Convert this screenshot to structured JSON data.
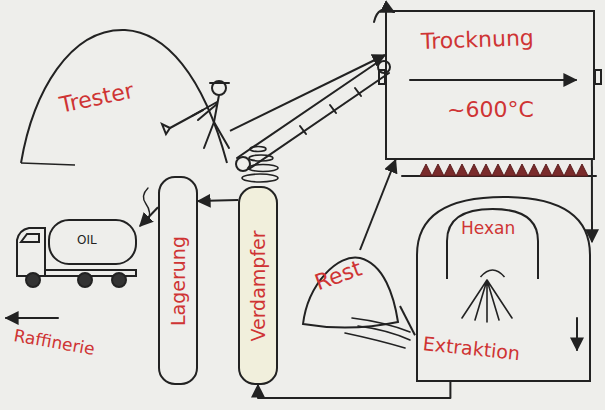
{
  "diagram": {
    "nodes": [
      {
        "text": [
          "Trester"
        ]
      },
      {
        "text": [
          "Trocknung",
          "~600°C"
        ]
      },
      {
        "text": [
          "Extraktion"
        ]
      },
      {
        "text": [
          "Hexan"
        ],
        "in": 2
      },
      {
        "text": [
          "Rest"
        ]
      },
      {
        "text": [
          "Verdampfer"
        ]
      },
      {
        "text": [
          "Lagerung"
        ]
      },
      {
        "text": [
          "OIL"
        ]
      }
    ],
    "edges": [
      {
        "from": 0,
        "to": 1,
        "arrow": "to"
      },
      {
        "from": 1,
        "to": 2,
        "arrow": "to"
      },
      {
        "from": 2,
        "to": 4,
        "arrow": "none"
      },
      {
        "from": 4,
        "to": 1,
        "arrow": "to"
      },
      {
        "from": 2,
        "to": 5,
        "arrow": "to"
      },
      {
        "from": 5,
        "to": 6,
        "arrow": "to"
      },
      {
        "from": 6,
        "to": 7,
        "arrow": "to"
      }
    ],
    "labels": [
      "Raffinerie"
    ]
  }
}
